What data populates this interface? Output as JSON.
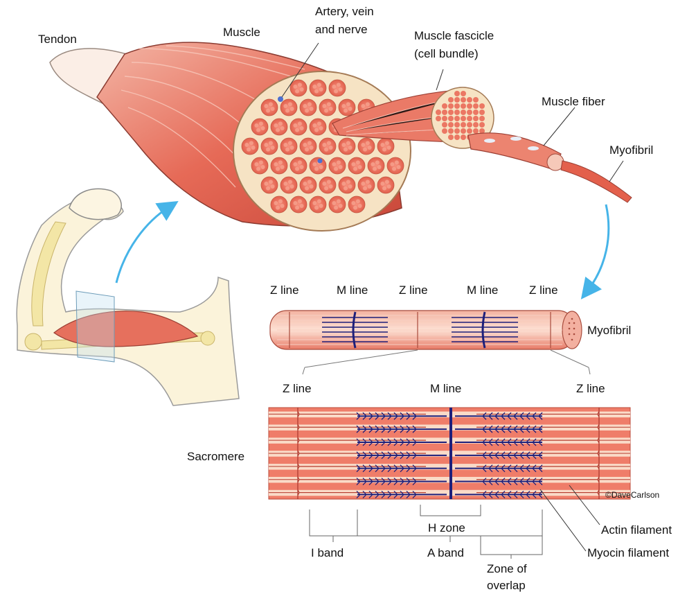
{
  "labels": {
    "tendon": "Tendon",
    "muscle": "Muscle",
    "artery_line1": "Artery, vein",
    "artery_line2": "and nerve",
    "fascicle_line1": "Muscle fascicle",
    "fascicle_line2": "(cell bundle)",
    "muscle_fiber": "Muscle fiber",
    "myofibril_top": "Myofibril",
    "myofibril_side": "Myofibril",
    "z_line": "Z line",
    "m_line": "M line",
    "sacromere": "Sacromere",
    "copyright": "©DaveCarlson",
    "actin": "Actin filament",
    "myocin": "Myocin filament",
    "h_zone": "H zone",
    "i_band": "I band",
    "a_band": "A band",
    "overlap_line1": "Zone of",
    "overlap_line2": "overlap"
  },
  "colors": {
    "muscle": "#e8604f",
    "muscle_light": "#f4a292",
    "muscle_dark": "#b8382c",
    "fiber_bg": "#f7d7c4",
    "myosin": "#1d1f7a",
    "arrow": "#46b4e8",
    "bone": "#f6ecc0",
    "skin": "#fbf3da",
    "outline": "#777777"
  }
}
